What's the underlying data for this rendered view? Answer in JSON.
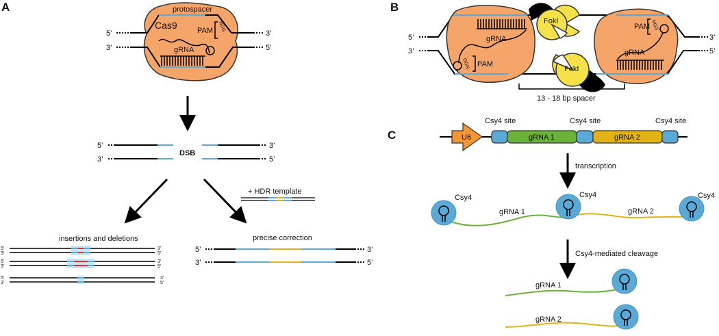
{
  "panels": {
    "a": "A",
    "b": "B",
    "c": "C"
  },
  "ends": {
    "five": "5’",
    "three": "3’"
  },
  "panel_a": {
    "protospacer": "protospacer",
    "cas9": "Cas9",
    "pam": "PAM",
    "ngg": "NGG",
    "grna": "gRNA",
    "dsb": "DSB",
    "hdr_template": "+ HDR template",
    "indels": "insertions and deletions",
    "precise": "precise correction"
  },
  "panel_b": {
    "fokl_1": "FokI",
    "fokl_2": "FokI",
    "grna_1": "gRNA",
    "grna_2": "gRNA",
    "pam_1": "PAM",
    "pam_2": "PAM",
    "ggn": "GGN",
    "ngg": "NGG",
    "spacer": "13 - 18 bp spacer"
  },
  "panel_c": {
    "u6": "U6",
    "csy4_site_1": "Csy4 site",
    "csy4_site_2": "Csy4 site",
    "csy4_site_3": "Csy4 site",
    "grna1_box": "gRNA 1",
    "grna2_box": "gRNA 2",
    "transcription": "transcription",
    "csy4_1": "Csy4",
    "csy4_2": "Csy4",
    "csy4_3": "Csy4",
    "grna1_rna": "gRNA 1",
    "grna2_rna": "gRNA 2",
    "cleavage": "Csy4-mediated cleavage",
    "grna1_cut": "gRNA 1",
    "grna2_cut": "gRNA 2"
  },
  "colors": {
    "protein": "#f5a46a",
    "dna_blue": "#5aa9d6",
    "csy4": "#5aa9d6",
    "green": "#6ab23a",
    "yellow": "#e3b316",
    "u6_orange": "#f29733",
    "fokl": "#f5e24a",
    "red": "#e4312b"
  }
}
